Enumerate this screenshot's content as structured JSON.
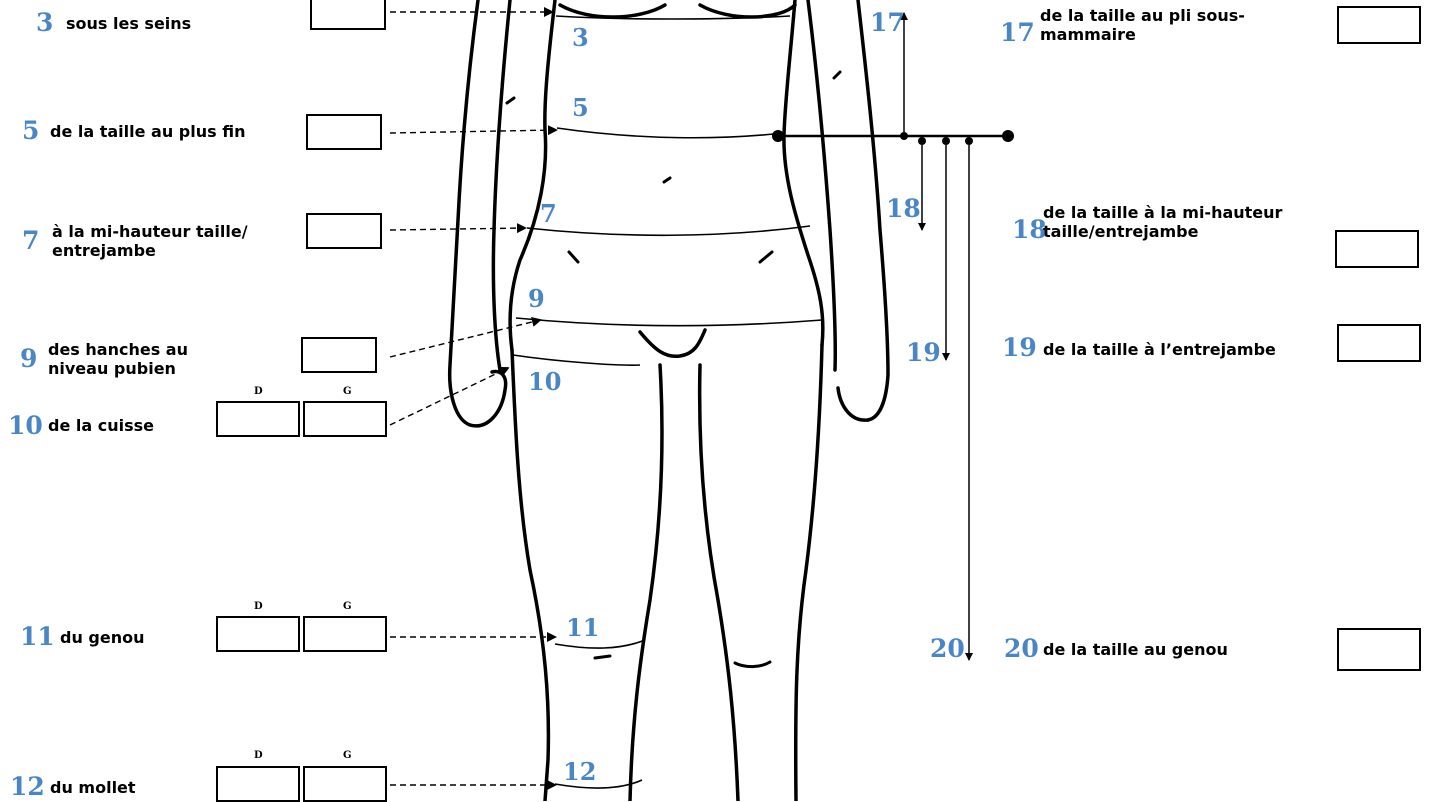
{
  "colors": {
    "number": "#4a86c5",
    "text": "#000000",
    "line": "#000000"
  },
  "left_measures": [
    {
      "num": "3",
      "label": "sous les seins"
    },
    {
      "num": "5",
      "label": "de la taille au plus fin"
    },
    {
      "num": "7",
      "label": "à la mi-hauteur taille/ entrejambe"
    },
    {
      "num": "9",
      "label": "des hanches au niveau pubien"
    },
    {
      "num": "10",
      "label": "de la cuisse",
      "sides": [
        "D",
        "G"
      ]
    },
    {
      "num": "11",
      "label": "du genou",
      "sides": [
        "D",
        "G"
      ]
    },
    {
      "num": "12",
      "label": "du mollet",
      "sides": [
        "D",
        "G"
      ]
    }
  ],
  "right_measures": [
    {
      "num": "17",
      "label": "de la taille au pli sous- mammaire"
    },
    {
      "num": "18",
      "label": "de la taille à la mi-hauteur taille/entrejambe"
    },
    {
      "num": "19",
      "label": "de la taille à l’entrejambe"
    },
    {
      "num": "20",
      "label": "de la taille au genou"
    }
  ],
  "body_markers": [
    "3",
    "5",
    "7",
    "9",
    "10",
    "11",
    "12"
  ],
  "arrow_markers": [
    "17",
    "18",
    "19",
    "20"
  ]
}
